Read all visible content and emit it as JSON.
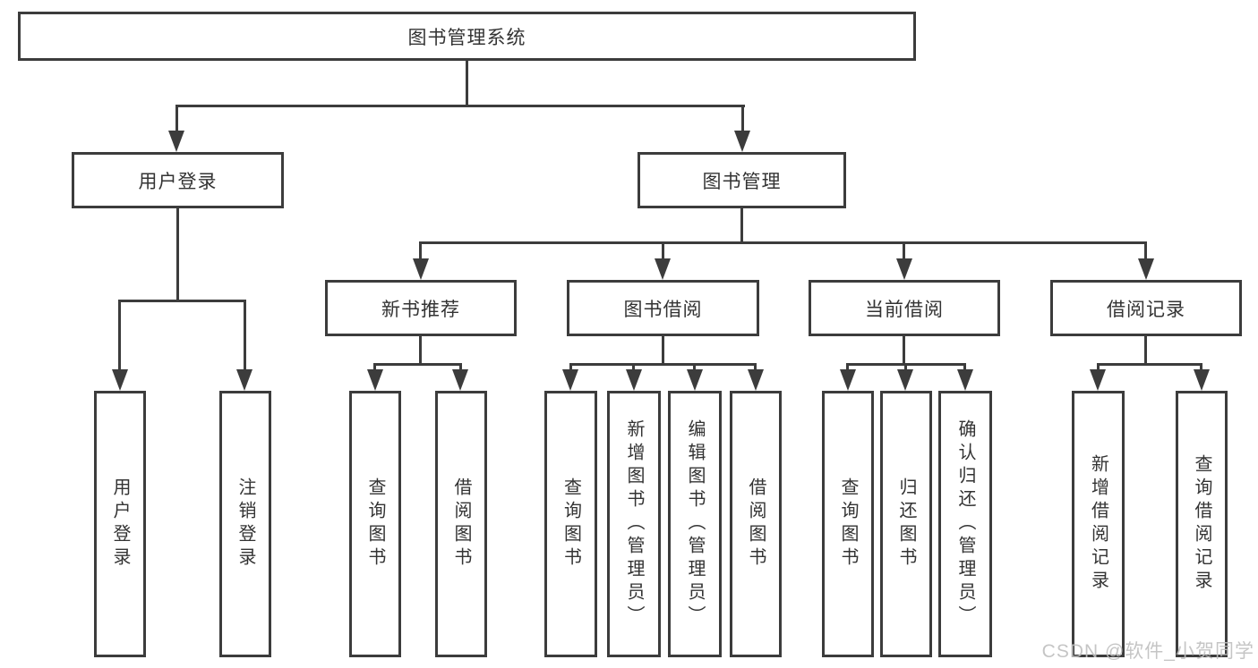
{
  "diagram": {
    "title_node": {
      "label": "图书管理系统"
    },
    "level2": [
      {
        "label": "用户登录"
      },
      {
        "label": "图书管理"
      }
    ],
    "level3": [
      {
        "label": "新书推荐"
      },
      {
        "label": "图书借阅"
      },
      {
        "label": "当前借阅"
      },
      {
        "label": "借阅记录"
      }
    ],
    "leaves": {
      "user_login": [
        {
          "label": "用户登录"
        },
        {
          "label": "注销登录"
        }
      ],
      "new_book_recommend": [
        {
          "label": "查询图书"
        },
        {
          "label": "借阅图书"
        }
      ],
      "book_borrow": [
        {
          "label": "查询图书"
        },
        {
          "label": "新增图书（管理员）"
        },
        {
          "label": "编辑图书（管理员）"
        },
        {
          "label": "借阅图书"
        }
      ],
      "current_borrow": [
        {
          "label": "查询图书"
        },
        {
          "label": "归还图书"
        },
        {
          "label": "确认归还（管理员）"
        }
      ],
      "borrow_records": [
        {
          "label": "新增借阅记录"
        },
        {
          "label": "查询借阅记录"
        }
      ]
    },
    "watermark": "CSDN @软件_小贺同学",
    "colors": {
      "line": "#3c3c3c",
      "text": "#333333",
      "watermark": "#bfbfbf",
      "background": "#ffffff"
    }
  }
}
